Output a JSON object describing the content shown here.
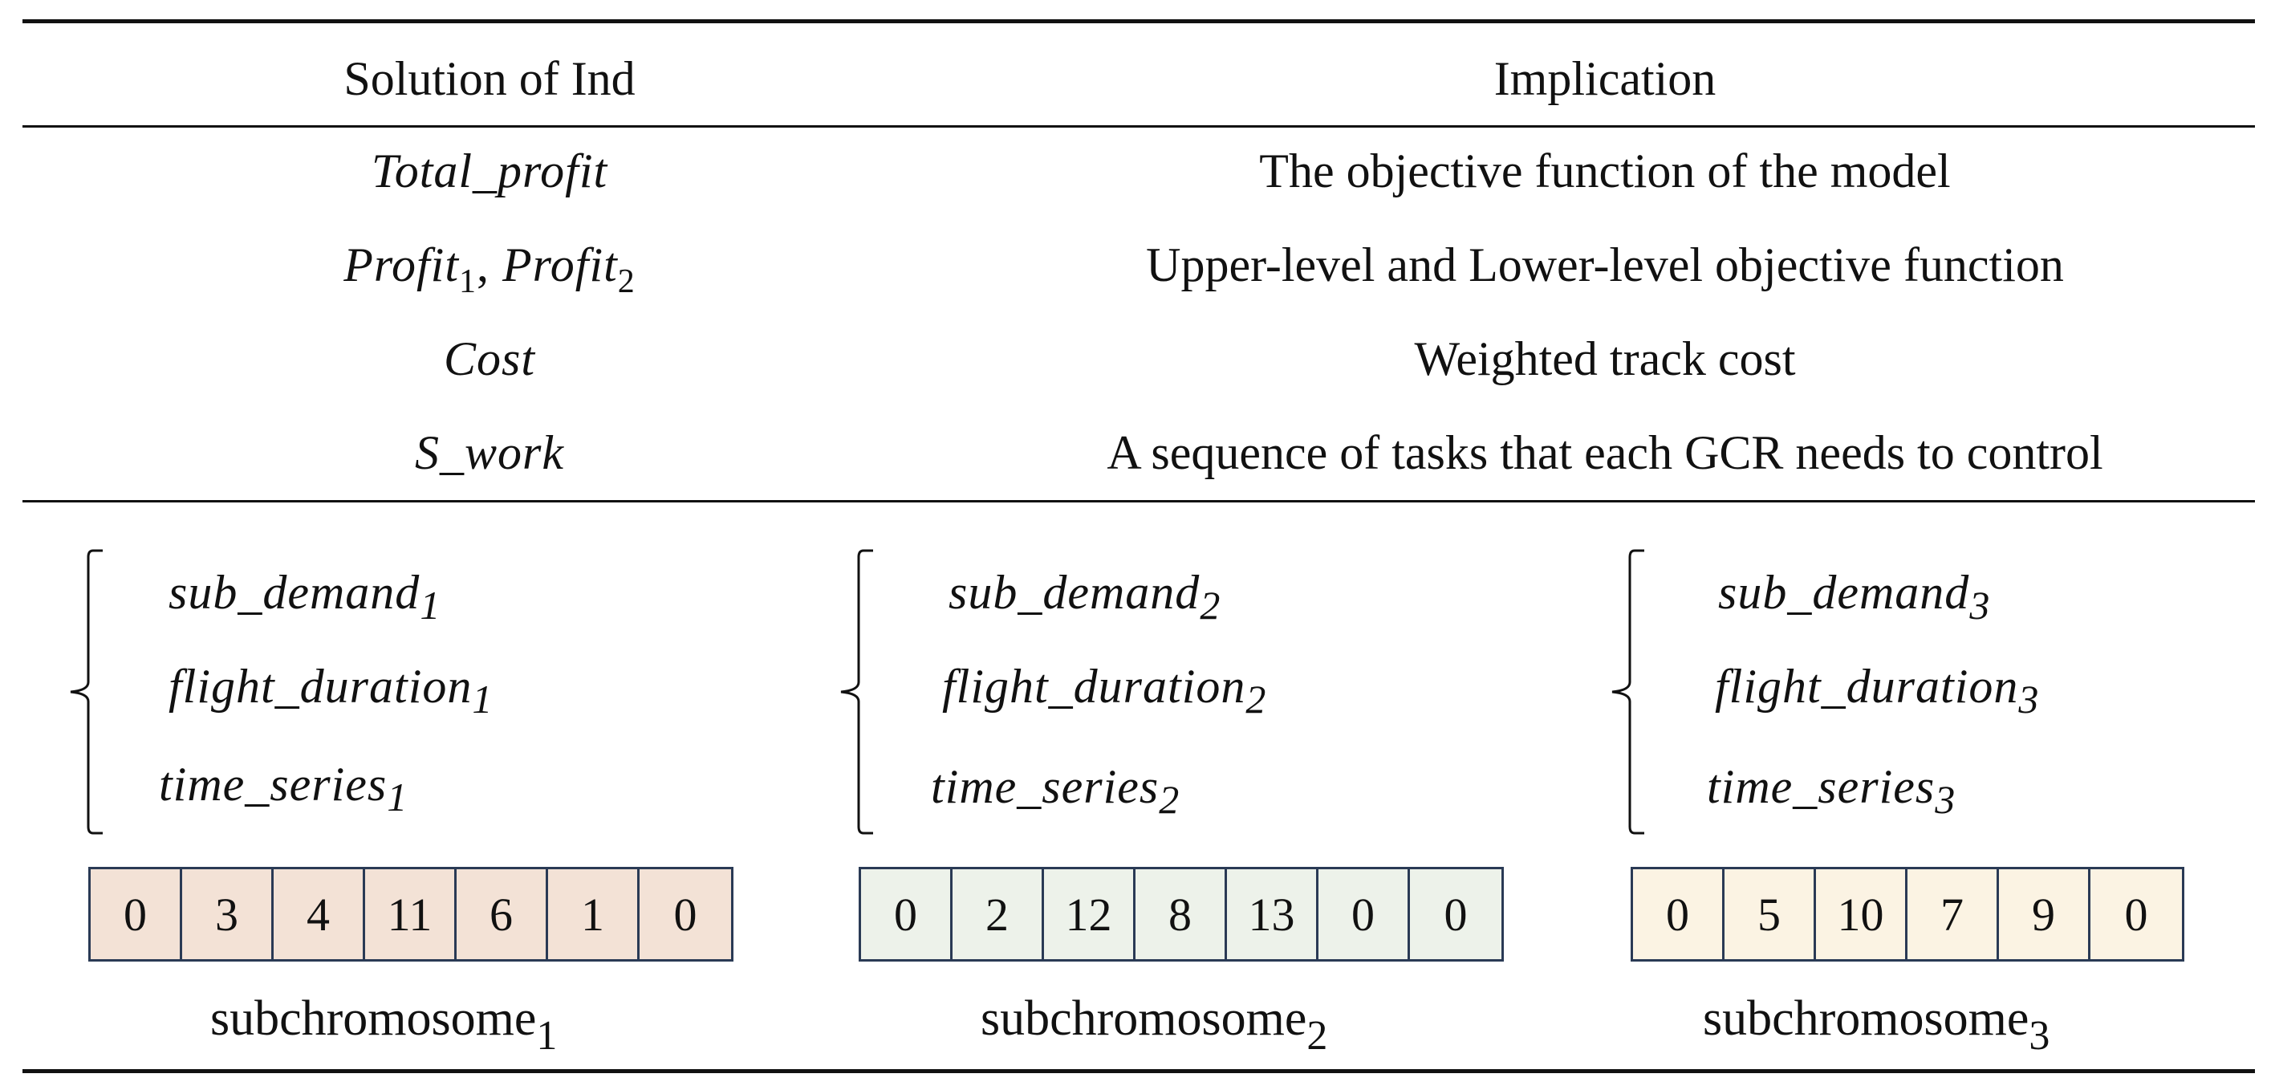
{
  "table": {
    "headers": {
      "solution": "Solution of Ind",
      "implication": "Implication"
    },
    "rows": [
      {
        "solution": "Total_profit",
        "implication": "The objective function of the model"
      },
      {
        "solution_a": "Profit",
        "sub_a": "1",
        "sep": ", ",
        "solution_b": "Profit",
        "sub_b": "2",
        "implication": "Upper-level and Lower-level objective function"
      },
      {
        "solution": "Cost",
        "implication": "Weighted track cost"
      },
      {
        "solution": "S_work",
        "implication": "A sequence of tasks that each GCR needs to control"
      }
    ]
  },
  "groups": [
    {
      "vars": [
        {
          "name": "sub_demand",
          "sub": "1"
        },
        {
          "name": "flight_duration",
          "sub": "1"
        },
        {
          "name": "time_series",
          "sub": "1"
        }
      ],
      "genes": [
        "0",
        "3",
        "4",
        "11",
        "6",
        "1",
        "0"
      ],
      "label": "subchromosome",
      "label_sub": "1",
      "color": "#f3e2d6"
    },
    {
      "vars": [
        {
          "name": "sub_demand",
          "sub": "2"
        },
        {
          "name": "flight_duration",
          "sub": "2"
        },
        {
          "name": "time_series",
          "sub": "2"
        }
      ],
      "genes": [
        "0",
        "2",
        "12",
        "8",
        "13",
        "0",
        "0"
      ],
      "label": "subchromosome",
      "label_sub": "2",
      "color": "#edf2ea"
    },
    {
      "vars": [
        {
          "name": "sub_demand",
          "sub": "3"
        },
        {
          "name": "flight_duration",
          "sub": "3"
        },
        {
          "name": "time_series",
          "sub": "3"
        }
      ],
      "genes": [
        "0",
        "5",
        "10",
        "7",
        "9",
        "0"
      ],
      "label": "subchromosome",
      "label_sub": "3",
      "color": "#fbf3e3"
    }
  ]
}
